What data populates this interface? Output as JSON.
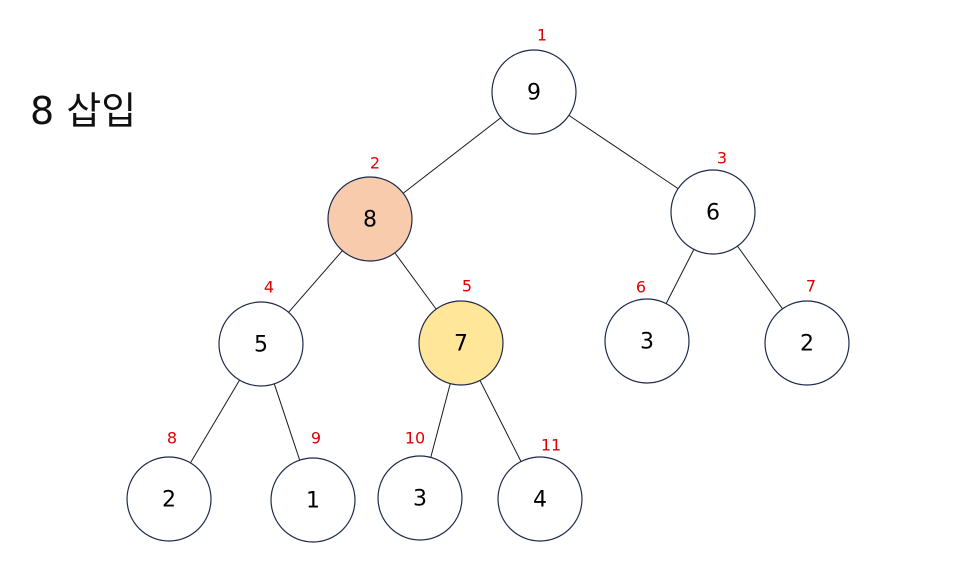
{
  "title": "8 삽입",
  "colors": {
    "default_fill": "#ffffff",
    "highlight_inserted": "#f8cbad",
    "highlight_swapped": "#ffe699",
    "index_label": "#e00000",
    "edge": "#1a1a1a",
    "node_stroke": "#1f2a4a"
  },
  "nodes": [
    {
      "index": "1",
      "value": "9",
      "highlight": "none"
    },
    {
      "index": "2",
      "value": "8",
      "highlight": "inserted"
    },
    {
      "index": "3",
      "value": "6",
      "highlight": "none"
    },
    {
      "index": "4",
      "value": "5",
      "highlight": "none"
    },
    {
      "index": "5",
      "value": "7",
      "highlight": "swapped"
    },
    {
      "index": "6",
      "value": "3",
      "highlight": "none"
    },
    {
      "index": "7",
      "value": "2",
      "highlight": "none"
    },
    {
      "index": "8",
      "value": "2",
      "highlight": "none"
    },
    {
      "index": "9",
      "value": "1",
      "highlight": "none"
    },
    {
      "index": "10",
      "value": "3",
      "highlight": "none"
    },
    {
      "index": "11",
      "value": "4",
      "highlight": "none"
    }
  ],
  "edges": [
    [
      "1",
      "2"
    ],
    [
      "1",
      "3"
    ],
    [
      "2",
      "4"
    ],
    [
      "2",
      "5"
    ],
    [
      "3",
      "6"
    ],
    [
      "3",
      "7"
    ],
    [
      "4",
      "8"
    ],
    [
      "4",
      "9"
    ],
    [
      "5",
      "10"
    ],
    [
      "5",
      "11"
    ]
  ]
}
